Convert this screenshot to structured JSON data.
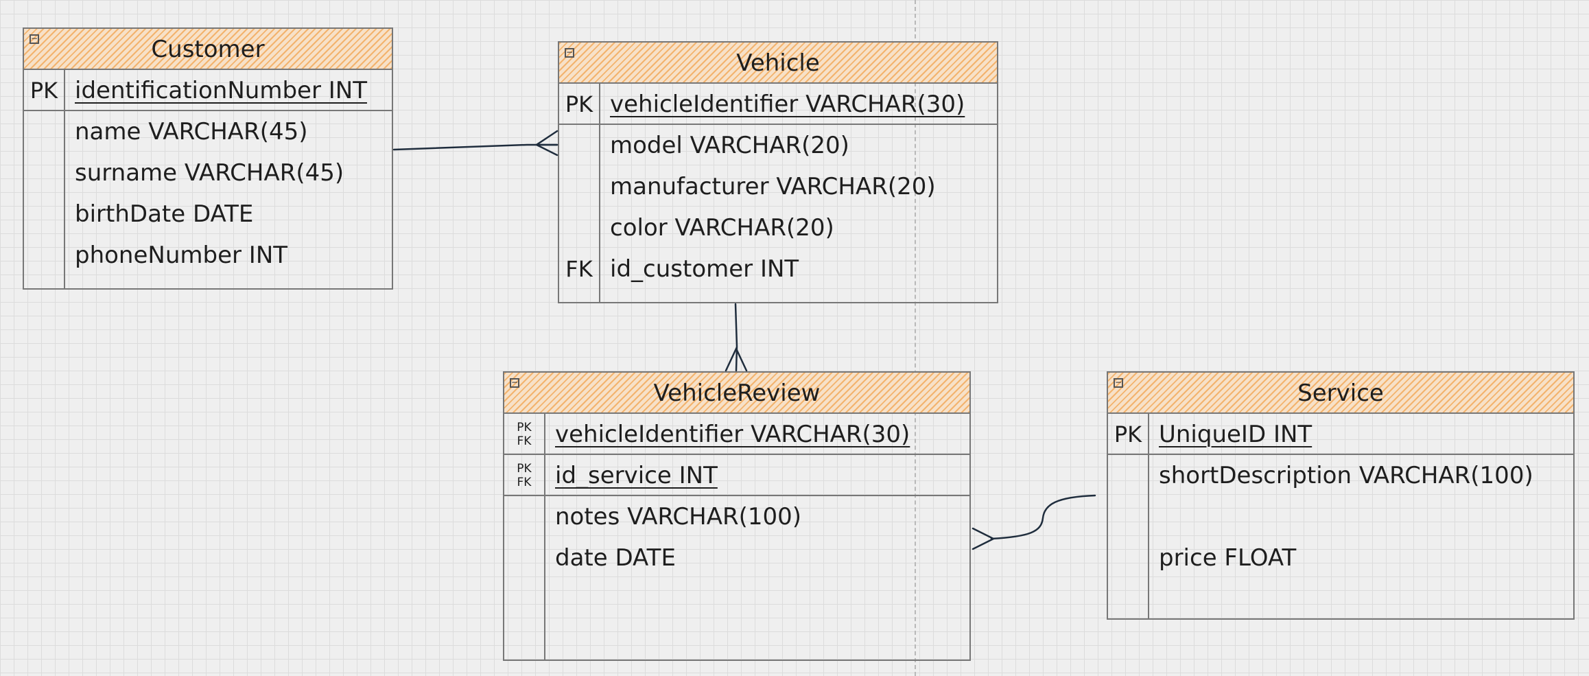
{
  "tables": {
    "customer": {
      "title": "Customer",
      "rows": [
        {
          "key": "PK",
          "field": "identificationNumber INT"
        },
        {
          "key": "",
          "field": "name VARCHAR(45)"
        },
        {
          "key": "",
          "field": "surname VARCHAR(45)"
        },
        {
          "key": "",
          "field": "birthDate DATE"
        },
        {
          "key": "",
          "field": "phoneNumber INT"
        }
      ]
    },
    "vehicle": {
      "title": "Vehicle",
      "rows": [
        {
          "key": "PK",
          "field": "vehicleIdentifier VARCHAR(30)"
        },
        {
          "key": "",
          "field": "model VARCHAR(20)"
        },
        {
          "key": "",
          "field": "manufacturer VARCHAR(20)"
        },
        {
          "key": "",
          "field": "color VARCHAR(20)"
        },
        {
          "key": "FK",
          "field": "id_customer INT"
        }
      ]
    },
    "vehicle_review": {
      "title": "VehicleReview",
      "rows": [
        {
          "key_top": "PK",
          "key_bottom": "FK",
          "field": "vehicleIdentifier VARCHAR(30)"
        },
        {
          "key_top": "PK",
          "key_bottom": "FK",
          "field": "id_service INT"
        },
        {
          "key": "",
          "field": "notes VARCHAR(100)"
        },
        {
          "key": "",
          "field": "date DATE"
        }
      ]
    },
    "service": {
      "title": "Service",
      "rows": [
        {
          "key": "PK",
          "field": "UniqueID INT"
        },
        {
          "key": "",
          "field": "shortDescription VARCHAR(100)"
        },
        {
          "key": "",
          "field": "price FLOAT"
        }
      ]
    }
  },
  "relationships": [
    {
      "from": "Customer",
      "to": "Vehicle",
      "cardinality": "one-to-many"
    },
    {
      "from": "Vehicle",
      "to": "VehicleReview",
      "cardinality": "one-to-many"
    },
    {
      "from": "Service",
      "to": "VehicleReview",
      "cardinality": "one-to-many"
    }
  ],
  "colors": {
    "header_stripe": "#f3b36d",
    "border": "#777777",
    "connector": "#1f2d3d",
    "grid": "#dcdcdc",
    "background": "#efefef"
  }
}
